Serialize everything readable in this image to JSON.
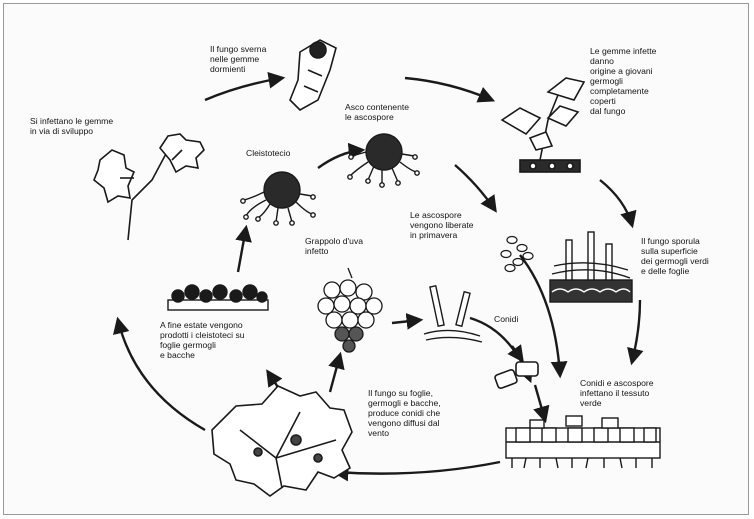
{
  "colors": {
    "ink": "#1a1a1a",
    "paper": "#fbfbfb",
    "border": "#9a9a9a"
  },
  "labels": {
    "overwinter": "Il fungo sverna\nnelle gemme\ndormienti",
    "buds_infected": "Le gemme infette\ndanno\norigine a giovani\ngermogli\ncompletamente\ncoperti\ndal fungo",
    "infect_buds": "Si infettano le gemme\nin via di sviluppo",
    "asco": "Asco contenente\nle ascospore",
    "cleisto": "Cleistotecio",
    "released": "Le ascospore\nvengono liberate\nin primavera",
    "sporulate": "Il fungo sporula\nsulla superficie\ndei germogli verdi\ne delle foglie",
    "grape": "Grappolo d'uva\ninfetto",
    "conidi": "Conidi",
    "end_summer": "A fine estate vengono\nprodotti i cleistoteci su\nfoglie germogli\ne bacche",
    "infect_tissue": "Conidi e ascospore\ninfettano il tessuto\nverde",
    "leaf_fungus": "Il fungo su foglie,\ngermogli e bacche,\nproduce conidi che\nvengono diffusi dal\nvento"
  },
  "icons": [
    "vine-shoot-icon",
    "dormant-bud-icon",
    "infected-shoot-icon",
    "cleistothecium-icon",
    "ascus-icon",
    "ascospores-icon",
    "sporulating-tissue-icon",
    "grape-cluster-icon",
    "germinating-conidia-icon",
    "conidia-icon",
    "infected-epidermis-icon",
    "cleistothecia-on-leaf-icon",
    "infected-leaf-icon"
  ]
}
